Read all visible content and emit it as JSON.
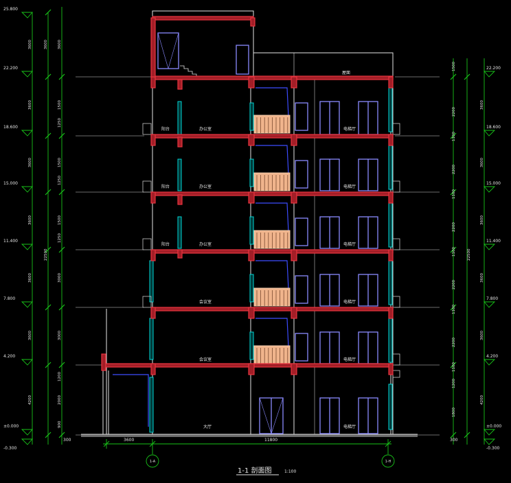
{
  "title": {
    "main": "1-1 剖面图",
    "scale": "1:100"
  },
  "axes": {
    "left": "1-A",
    "right": "1-H"
  },
  "colors": {
    "background": "#000000",
    "slab": "#e8343f",
    "dim": "#19c419",
    "wall": "#e6e6e6",
    "window": "#00d6d6",
    "door": "#8a8aff",
    "rail": "#f0b48c",
    "text": "#e6e6e6"
  },
  "levels": {
    "left": [
      "25.800",
      "22.200",
      "18.600",
      "15.000",
      "11.400",
      "7.800",
      "4.200",
      "±0.000",
      "-0.300"
    ],
    "right": [
      "22.200",
      "18.600",
      "15.000",
      "11.400",
      "7.800",
      "4.200",
      "±0.000",
      "-0.300"
    ]
  },
  "dims": {
    "left_outer": [
      "3600",
      "3600",
      "3600",
      "3600",
      "3600",
      "3600",
      "4200"
    ],
    "left_total": "22500",
    "left_inner": [
      "3600",
      "3600",
      "1500",
      "1250",
      "1500",
      "1250",
      "1500",
      "1250",
      "3000",
      "3000",
      "2000",
      "1200",
      "900"
    ],
    "right_outer": [
      "3600",
      "3600",
      "3600",
      "3600",
      "3600",
      "4200"
    ],
    "right_total": "22500",
    "right_inner": [
      "1500",
      "2200",
      "1100",
      "2200",
      "1100",
      "2200",
      "1100",
      "2200",
      "1100",
      "2200",
      "1100",
      "1200",
      "1800"
    ],
    "bottom": [
      "3600",
      "11800"
    ],
    "bottom_small": "300"
  },
  "rooms": {
    "roof": "屋面",
    "balcony": [
      "阳台",
      "阳台",
      "阳台"
    ],
    "office": [
      "办公室",
      "办公室",
      "办公室"
    ],
    "meeting": [
      "会议室",
      "会议室"
    ],
    "elevator_hall": [
      "电梯厅",
      "电梯厅",
      "电梯厅",
      "电梯厅",
      "电梯厅",
      "电梯厅"
    ],
    "lobby": "大厅"
  }
}
